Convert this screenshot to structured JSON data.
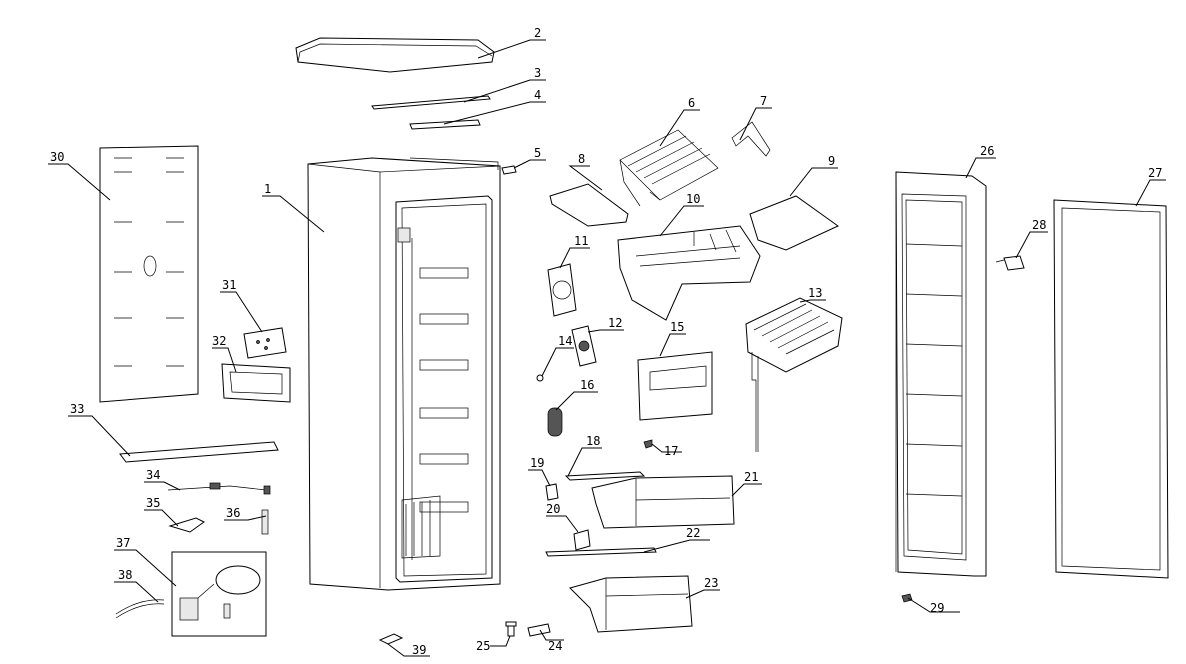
{
  "diagram": {
    "type": "exploded-parts-view",
    "callouts": [
      {
        "id": "1",
        "label": "1"
      },
      {
        "id": "2",
        "label": "2"
      },
      {
        "id": "3",
        "label": "3"
      },
      {
        "id": "4",
        "label": "4"
      },
      {
        "id": "5",
        "label": "5"
      },
      {
        "id": "6",
        "label": "6"
      },
      {
        "id": "7",
        "label": "7"
      },
      {
        "id": "8",
        "label": "8"
      },
      {
        "id": "9",
        "label": "9"
      },
      {
        "id": "10",
        "label": "10"
      },
      {
        "id": "11",
        "label": "11"
      },
      {
        "id": "12",
        "label": "12"
      },
      {
        "id": "13",
        "label": "13"
      },
      {
        "id": "14",
        "label": "14"
      },
      {
        "id": "15",
        "label": "15"
      },
      {
        "id": "16",
        "label": "16"
      },
      {
        "id": "17",
        "label": "17"
      },
      {
        "id": "18",
        "label": "18"
      },
      {
        "id": "19",
        "label": "19"
      },
      {
        "id": "20",
        "label": "20"
      },
      {
        "id": "21",
        "label": "21"
      },
      {
        "id": "22",
        "label": "22"
      },
      {
        "id": "23",
        "label": "23"
      },
      {
        "id": "24",
        "label": "24"
      },
      {
        "id": "25",
        "label": "25"
      },
      {
        "id": "26",
        "label": "26"
      },
      {
        "id": "27",
        "label": "27"
      },
      {
        "id": "28",
        "label": "28"
      },
      {
        "id": "29",
        "label": "29"
      },
      {
        "id": "30",
        "label": "30"
      },
      {
        "id": "31",
        "label": "31"
      },
      {
        "id": "32",
        "label": "32"
      },
      {
        "id": "33",
        "label": "33"
      },
      {
        "id": "34",
        "label": "34"
      },
      {
        "id": "35",
        "label": "35"
      },
      {
        "id": "36",
        "label": "36"
      },
      {
        "id": "37",
        "label": "37"
      },
      {
        "id": "38",
        "label": "38"
      },
      {
        "id": "39",
        "label": "39"
      }
    ]
  }
}
